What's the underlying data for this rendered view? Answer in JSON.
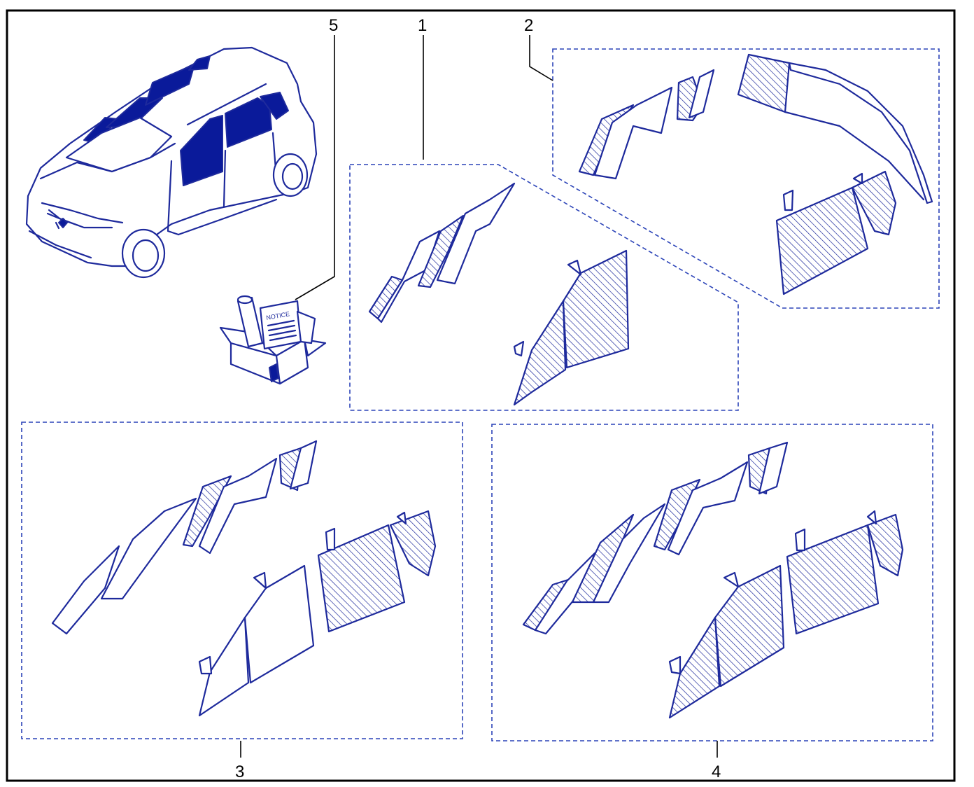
{
  "callouts": {
    "kit_1": "1",
    "kit_2": "2",
    "kit_3": "3",
    "kit_4": "4",
    "kit_5": "5"
  },
  "box": {
    "notice_label": "NOTICE"
  },
  "colors": {
    "line": "#1e2a9c",
    "dashed_frame": "#2c44b8",
    "tinted_glass": "#0a1a9a",
    "outer_border": "#000000"
  }
}
